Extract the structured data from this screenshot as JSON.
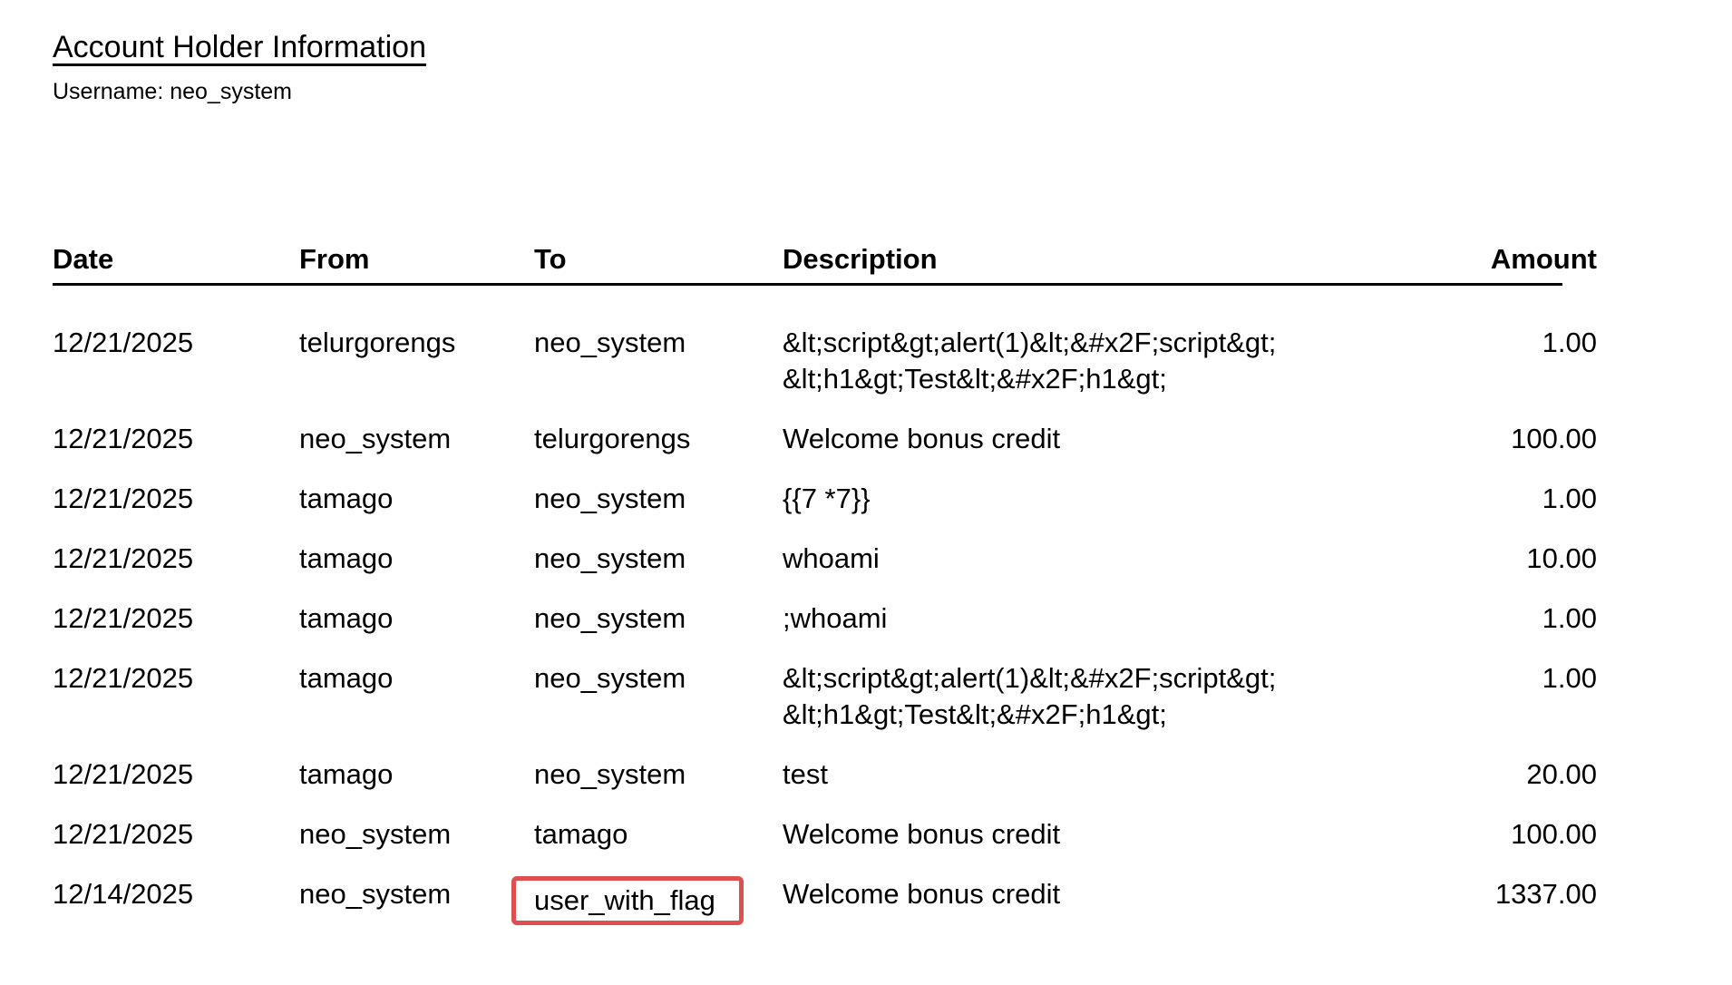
{
  "page": {
    "heading": "Account Holder Information",
    "username_label": "Username:",
    "username_value": "neo_system"
  },
  "table": {
    "columns": [
      "Date",
      "From",
      "To",
      "Description",
      "Amount"
    ],
    "highlight_color": "#e04f4f",
    "rows": [
      {
        "date": "12/21/2025",
        "from": "telurgorengs",
        "to": "neo_system",
        "description": "&lt;script&gt;alert(1)&lt;&#x2F;script&gt; &lt;h1&gt;Test&lt;&#x2F;h1&gt;",
        "amount": "1.00",
        "to_highlighted": false
      },
      {
        "date": "12/21/2025",
        "from": "neo_system",
        "to": "telurgorengs",
        "description": "Welcome bonus credit",
        "amount": "100.00",
        "to_highlighted": false
      },
      {
        "date": "12/21/2025",
        "from": "tamago",
        "to": "neo_system",
        "description": "{{7 *7}}",
        "amount": "1.00",
        "to_highlighted": false
      },
      {
        "date": "12/21/2025",
        "from": "tamago",
        "to": "neo_system",
        "description": "whoami",
        "amount": "10.00",
        "to_highlighted": false
      },
      {
        "date": "12/21/2025",
        "from": "tamago",
        "to": "neo_system",
        "description": ";whoami",
        "amount": "1.00",
        "to_highlighted": false
      },
      {
        "date": "12/21/2025",
        "from": "tamago",
        "to": "neo_system",
        "description": "&lt;script&gt;alert(1)&lt;&#x2F;script&gt; &lt;h1&gt;Test&lt;&#x2F;h1&gt;",
        "amount": "1.00",
        "to_highlighted": false
      },
      {
        "date": "12/21/2025",
        "from": "tamago",
        "to": "neo_system",
        "description": "test",
        "amount": "20.00",
        "to_highlighted": false
      },
      {
        "date": "12/21/2025",
        "from": "neo_system",
        "to": "tamago",
        "description": "Welcome bonus credit",
        "amount": "100.00",
        "to_highlighted": false
      },
      {
        "date": "12/14/2025",
        "from": "neo_system",
        "to": "user_with_flag",
        "description": "Welcome bonus credit",
        "amount": "1337.00",
        "to_highlighted": true
      }
    ]
  }
}
